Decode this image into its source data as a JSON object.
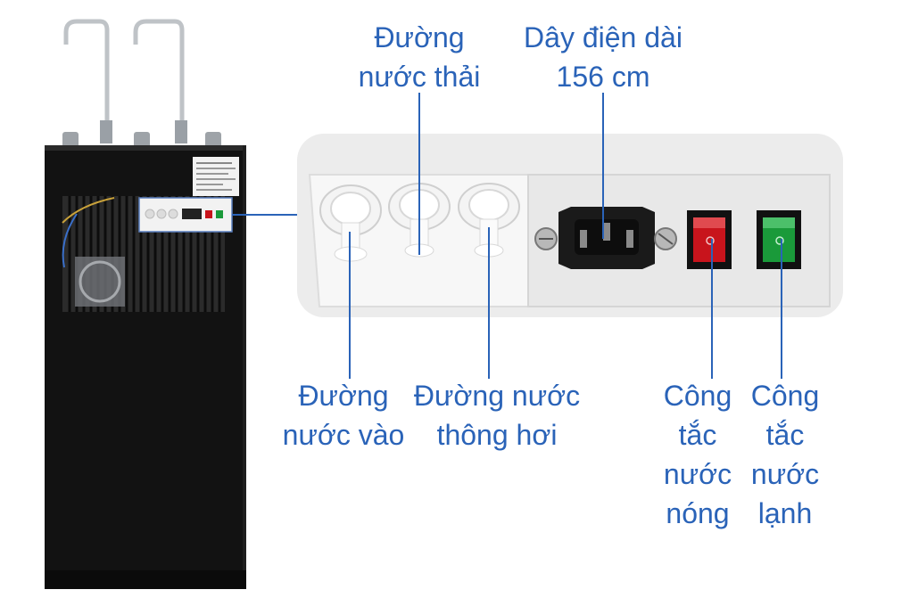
{
  "labels": {
    "waste_water": {
      "line1": "Đường",
      "line2": "nước thải"
    },
    "power_cord": {
      "line1": "Dây điện dài",
      "line2": "156 cm"
    },
    "water_inlet": {
      "line1": "Đường",
      "line2": "nước vào"
    },
    "vent_line": {
      "line1": "Đường nước",
      "line2": "thông hơi"
    },
    "hot_switch": {
      "line1": "Công",
      "line2": "tắc",
      "line3": "nước",
      "line4": "nóng"
    },
    "cold_switch": {
      "line1": "Công",
      "line2": "tắc",
      "line3": "nước",
      "line4": "lạnh"
    }
  },
  "colors": {
    "label_text": "#2a63b8",
    "pointer_line": "#2a63b8",
    "cabinet": "#121212",
    "panel": "#ececec",
    "hot_switch": "#c8141c",
    "cold_switch": "#1a9a3a"
  }
}
